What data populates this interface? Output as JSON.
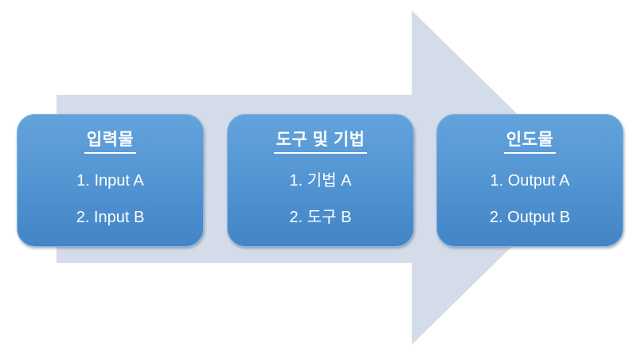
{
  "diagram": {
    "arrow_fill": "#D5DCE9",
    "box_fill_top": "#63A3DC",
    "box_fill_bottom": "#4284C5",
    "box_border": "#85B6E4",
    "text_color": "#FFFFFF",
    "boxes": [
      {
        "title": "입력물",
        "items": [
          "1. Input A",
          "2. Input B"
        ]
      },
      {
        "title": "도구 및 기법",
        "items": [
          "1. 기법 A",
          "2. 도구 B"
        ]
      },
      {
        "title": "인도물",
        "items": [
          "1. Output A",
          "2. Output B"
        ]
      }
    ]
  }
}
